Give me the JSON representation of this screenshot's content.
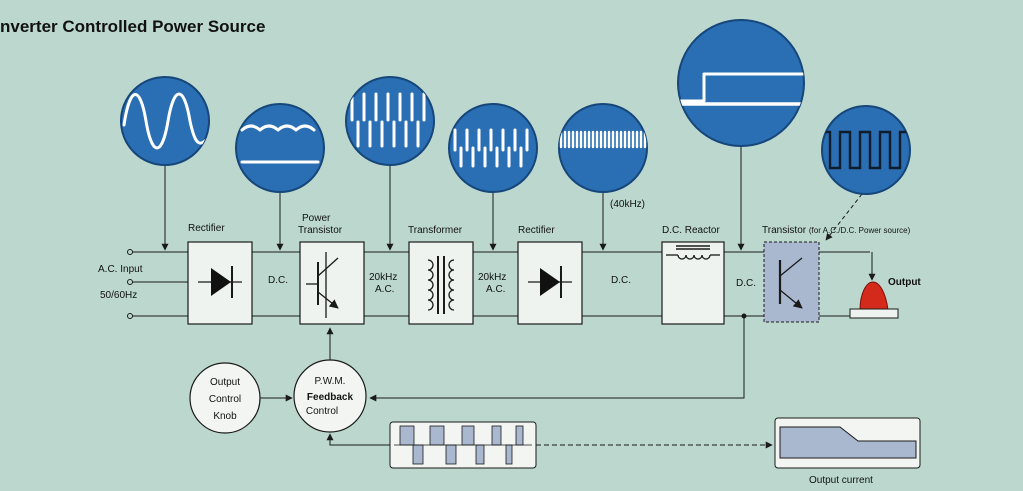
{
  "title": "nverter Controlled Power Source",
  "inputs": {
    "ac_input": "A.C. Input",
    "freq": "50/60Hz"
  },
  "blocks": {
    "rectifier1": "Rectifier",
    "power_transistor_line1": "Power",
    "power_transistor_line2": "Transistor",
    "transformer": "Transformer",
    "rectifier2": "Rectifier",
    "dc_reactor": "D.C. Reactor",
    "transistor": "Transistor",
    "transistor_note": "(for A.C./D.C. Power source)"
  },
  "signals": {
    "dc1": "D.C.",
    "freq1": "20kHz",
    "ac1": "A.C.",
    "freq2": "20kHz",
    "ac2": "A.C.",
    "dc2": "D.C.",
    "dc3": "D.C.",
    "khz40": "(40kHz)"
  },
  "output": "Output",
  "control_knob": [
    "Output",
    "Control",
    "Knob"
  ],
  "pwm": [
    "P.W.M.",
    "Feedback",
    "Control"
  ],
  "output_current": "Output current",
  "colors": {
    "background": "#bcd8ce",
    "scope": "#2a6fb3",
    "output_lump": "#d42a1c",
    "transistor_box": "#a9b8cf"
  }
}
